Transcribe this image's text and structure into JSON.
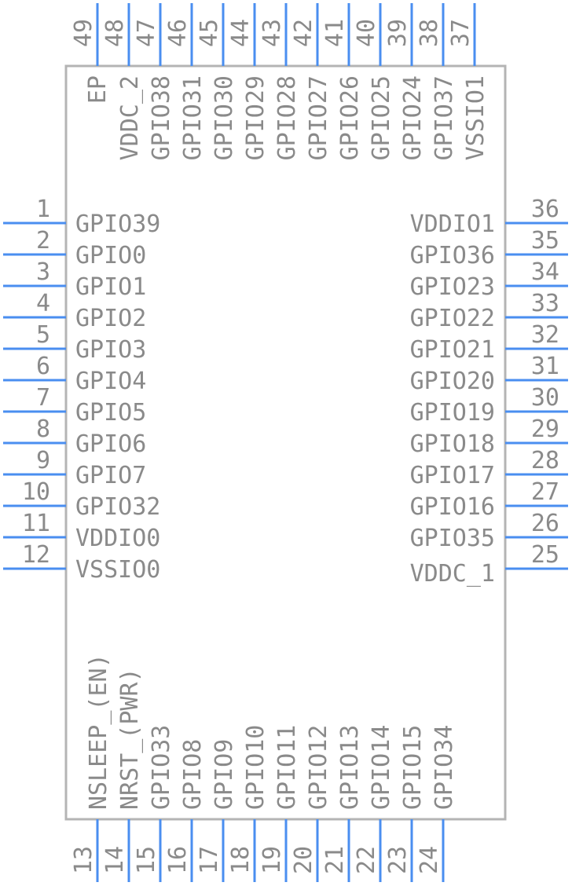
{
  "left_pins": [
    {
      "num": "1",
      "label": "GPIO39"
    },
    {
      "num": "2",
      "label": "GPIO0"
    },
    {
      "num": "3",
      "label": "GPIO1"
    },
    {
      "num": "4",
      "label": "GPIO2"
    },
    {
      "num": "5",
      "label": "GPIO3"
    },
    {
      "num": "6",
      "label": "GPIO4"
    },
    {
      "num": "7",
      "label": "GPIO5"
    },
    {
      "num": "8",
      "label": "GPIO6"
    },
    {
      "num": "9",
      "label": "GPIO7"
    },
    {
      "num": "10",
      "label": "GPIO32"
    },
    {
      "num": "11",
      "label": "VDDIO0"
    },
    {
      "num": "12",
      "label": "VSSIO0"
    }
  ],
  "right_pins": [
    {
      "num": "36",
      "label": "VDDIO1"
    },
    {
      "num": "35",
      "label": "GPIO36"
    },
    {
      "num": "34",
      "label": "GPIO23"
    },
    {
      "num": "33",
      "label": "GPIO22"
    },
    {
      "num": "32",
      "label": "GPIO21"
    },
    {
      "num": "31",
      "label": "GPIO20"
    },
    {
      "num": "30",
      "label": "GPIO19"
    },
    {
      "num": "29",
      "label": "GPIO18"
    },
    {
      "num": "28",
      "label": "GPIO17"
    },
    {
      "num": "27",
      "label": "GPIO16"
    },
    {
      "num": "26",
      "label": "GPIO35"
    },
    {
      "num": "25",
      "label": "VDDC_1"
    }
  ],
  "top_pins": [
    {
      "num": "49",
      "label": "EP"
    },
    {
      "num": "48",
      "label": "VDDC_2"
    },
    {
      "num": "47",
      "label": "GPIO38"
    },
    {
      "num": "46",
      "label": "GPIO31"
    },
    {
      "num": "45",
      "label": "GPIO30"
    },
    {
      "num": "44",
      "label": "GPIO29"
    },
    {
      "num": "43",
      "label": "GPIO28"
    },
    {
      "num": "42",
      "label": "GPIO27"
    },
    {
      "num": "41",
      "label": "GPIO26"
    },
    {
      "num": "40",
      "label": "GPIO25"
    },
    {
      "num": "39",
      "label": "GPIO24"
    },
    {
      "num": "38",
      "label": "GPIO37"
    },
    {
      "num": "37",
      "label": "VSSIO1"
    }
  ],
  "bottom_pins": [
    {
      "num": "13",
      "label": "NSLEEP_(EN)"
    },
    {
      "num": "14",
      "label": "NRST_(PWR)"
    },
    {
      "num": "15",
      "label": "GPIO33"
    },
    {
      "num": "16",
      "label": "GPIO8"
    },
    {
      "num": "17",
      "label": "GPIO9"
    },
    {
      "num": "18",
      "label": "GPIO10"
    },
    {
      "num": "19",
      "label": "GPIO11"
    },
    {
      "num": "20",
      "label": "GPIO12"
    },
    {
      "num": "21",
      "label": "GPIO13"
    },
    {
      "num": "22",
      "label": "GPIO14"
    },
    {
      "num": "23",
      "label": "GPIO15"
    },
    {
      "num": "24",
      "label": "GPIO34"
    }
  ]
}
